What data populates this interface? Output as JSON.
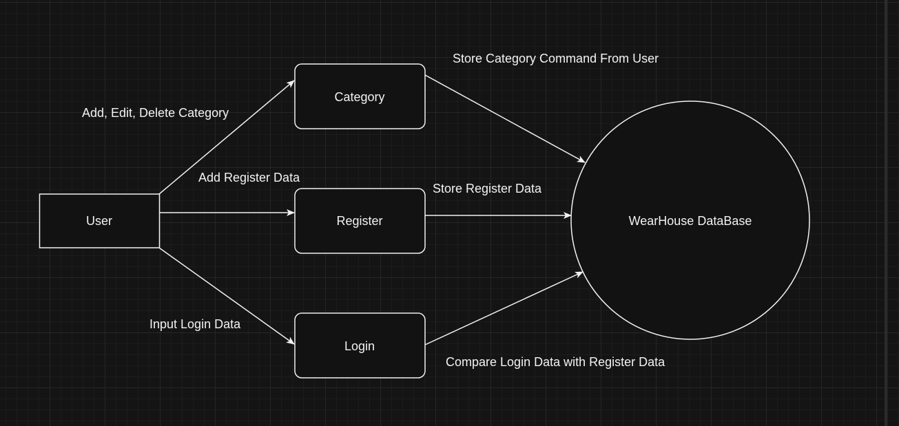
{
  "nodes": {
    "user": "User",
    "category": "Category",
    "register": "Register",
    "login": "Login",
    "database": "WearHouse DataBase"
  },
  "edges": {
    "user_category": "Add, Edit, Delete Category",
    "user_register": "Add Register Data",
    "user_login": "Input Login Data",
    "category_db": "Store Category Command From User",
    "register_db": "Store Register Data",
    "login_db": "Compare Login Data with Register Data"
  },
  "colors": {
    "background": "#141414",
    "stroke": "#f2f2f2",
    "fill": "#121212"
  }
}
